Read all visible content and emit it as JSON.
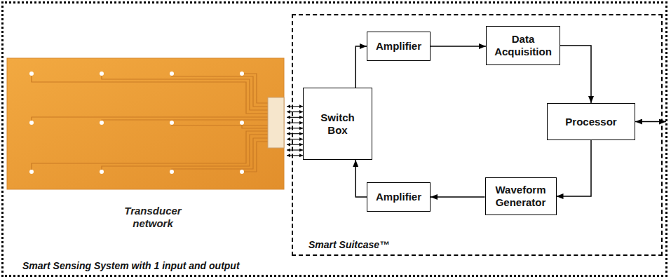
{
  "diagram": {
    "nodes": [
      {
        "text": [
          "Smart Sensing System with 1 input and output"
        ]
      },
      {
        "text": [
          "Transducer network"
        ],
        "in": 0
      },
      {
        "text": [
          "Smart Suitcase™"
        ],
        "in": 0
      },
      {
        "text": [
          "Amplifier"
        ],
        "in": 2
      },
      {
        "text": [
          "Data Acquisition"
        ],
        "in": 2
      },
      {
        "text": [
          "Switch Box"
        ],
        "in": 2
      },
      {
        "text": [
          "Processor"
        ],
        "in": 2
      },
      {
        "text": [
          "Waveform Generator"
        ],
        "in": 2
      },
      {
        "text": [
          "Amplifier"
        ],
        "in": 2
      }
    ],
    "edges": [
      {
        "from": 5,
        "to": 3,
        "arrow": "to"
      },
      {
        "from": 3,
        "to": 4,
        "arrow": "to"
      },
      {
        "from": 4,
        "to": 6,
        "arrow": "to"
      },
      {
        "from": 6,
        "to": 7,
        "arrow": "to"
      },
      {
        "from": 7,
        "to": 8,
        "arrow": "to"
      },
      {
        "from": 8,
        "to": 5,
        "arrow": "to"
      },
      {
        "from": 6,
        "to": 0,
        "arrow": "both"
      },
      {
        "from": 1,
        "to": 5,
        "arrow": "both"
      },
      {
        "from": 1,
        "to": 5,
        "arrow": "both"
      },
      {
        "from": 1,
        "to": 5,
        "arrow": "both"
      },
      {
        "from": 1,
        "to": 5,
        "arrow": "both"
      },
      {
        "from": 1,
        "to": 5,
        "arrow": "both"
      },
      {
        "from": 1,
        "to": 5,
        "arrow": "both"
      },
      {
        "from": 1,
        "to": 5,
        "arrow": "both"
      },
      {
        "from": 1,
        "to": 5,
        "arrow": "both"
      },
      {
        "from": 1,
        "to": 5,
        "arrow": "both"
      },
      {
        "from": 1,
        "to": 5,
        "arrow": "both"
      }
    ]
  }
}
